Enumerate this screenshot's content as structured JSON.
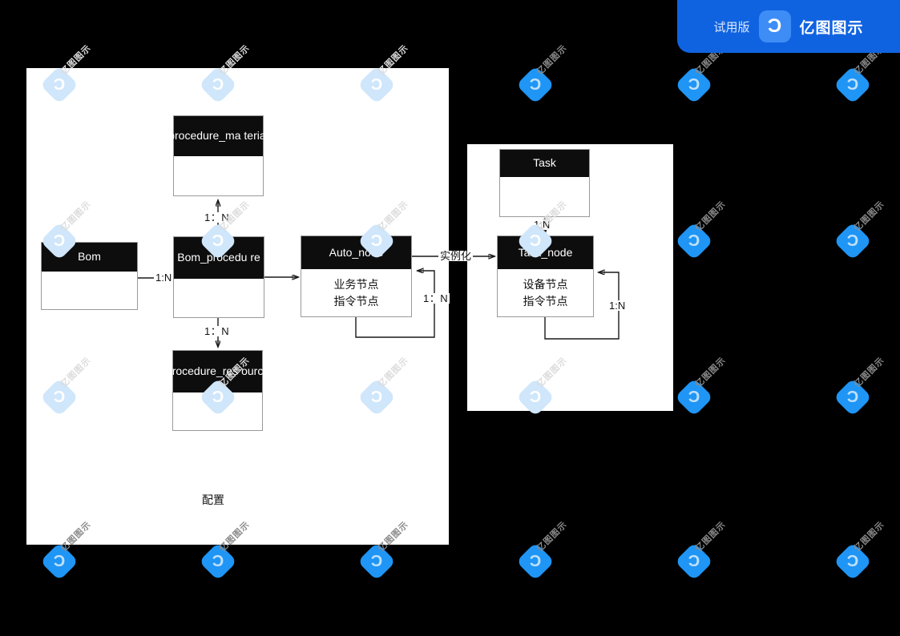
{
  "canvas": {
    "background_color": "#000000",
    "panel_color": "#ffffff",
    "header_color": "#0d0d0d",
    "accent_color": "#1063e0"
  },
  "trial_badge": {
    "trial_label": "试用版",
    "brand_label": "亿图图示",
    "logo_glyph": "Ɔ",
    "logo_icon_name": "edraw-logo-icon"
  },
  "watermark": {
    "text": "亿图图示",
    "glyph": "Ɔ"
  },
  "left_group": {
    "caption": "配置",
    "entities": [
      {
        "key": "procedure_material",
        "title": "procedure_ma\nterial",
        "title_line1": "procedure_ma",
        "title_line2": "terial",
        "attributes": []
      },
      {
        "key": "bom",
        "title": "Bom",
        "attributes": []
      },
      {
        "key": "bom_procedure",
        "title": "Bom_procedu\nre",
        "title_line1": "Bom_procedu",
        "title_line2": "re",
        "attributes": []
      },
      {
        "key": "auto_node",
        "title": "Auto_node",
        "attributes": [
          "业务节点",
          "指令节点"
        ]
      },
      {
        "key": "procedure_resource",
        "title": "procedure_res\nource",
        "title_line1": "procedure_res",
        "title_line2": "ource",
        "attributes": []
      }
    ]
  },
  "right_group": {
    "entities": [
      {
        "key": "task",
        "title": "Task",
        "attributes": []
      },
      {
        "key": "task_node",
        "title": "Task_node",
        "attributes": [
          "设备节点",
          "指令节点"
        ]
      }
    ]
  },
  "edges": [
    {
      "key": "bom_procedure_to_material",
      "label": "1：N",
      "from": "bom_procedure",
      "to": "procedure_material"
    },
    {
      "key": "bom_to_bom_procedure",
      "label": "1:N",
      "from": "bom",
      "to": "bom_procedure"
    },
    {
      "key": "bom_procedure_to_resource",
      "label": "1：N",
      "from": "bom_procedure",
      "to": "procedure_resource"
    },
    {
      "key": "auto_node_self",
      "label": "1：N",
      "from": "auto_node",
      "to": "auto_node"
    },
    {
      "key": "auto_node_to_task_node",
      "label": "实例化",
      "from": "auto_node",
      "to": "task_node"
    },
    {
      "key": "task_to_task_node",
      "label": "1:N",
      "from": "task",
      "to": "task_node"
    },
    {
      "key": "task_node_self",
      "label": "1:N",
      "from": "task_node",
      "to": "task_node"
    }
  ]
}
